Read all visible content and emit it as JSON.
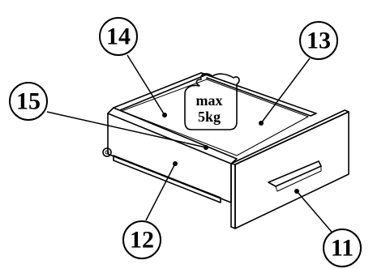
{
  "callouts": {
    "c11": "11",
    "c12": "12",
    "c13": "13",
    "c14": "14",
    "c15": "15"
  },
  "weight_label": {
    "line1": "max",
    "line2": "5kg"
  },
  "colors": {
    "ink": "#000000",
    "paper": "#ffffff"
  }
}
